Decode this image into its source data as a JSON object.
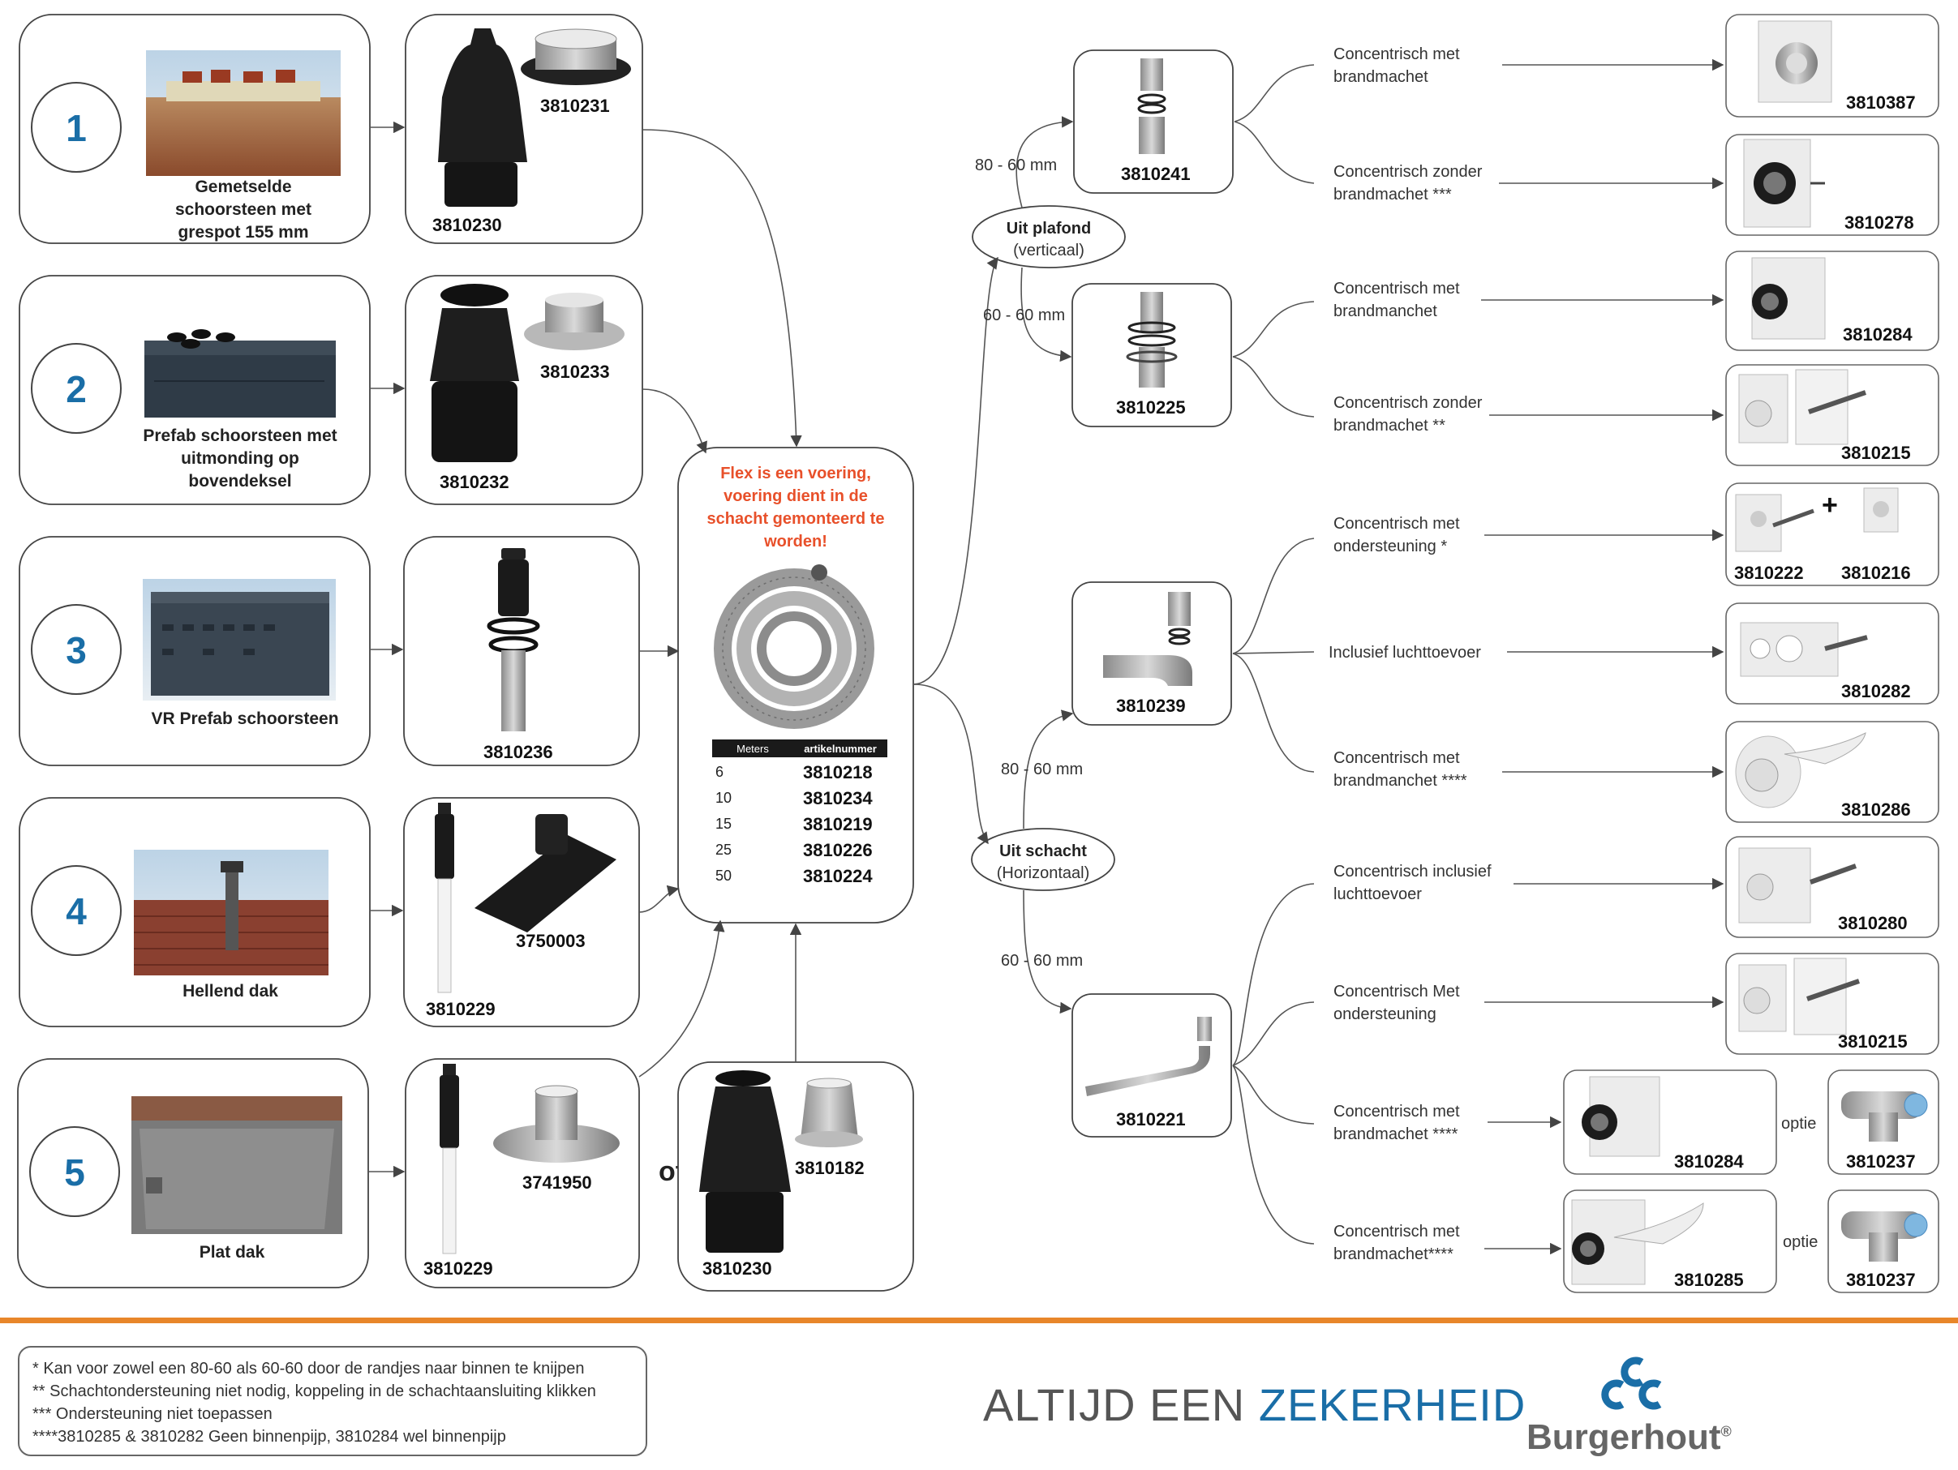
{
  "colors": {
    "accent_orange": "#e8862a",
    "warning_red": "#e8502a",
    "brand_blue": "#1a6ea7",
    "number_blue": "#1a6ea7"
  },
  "sources": [
    {
      "number": "1",
      "caption": [
        "Gemetselde",
        "schoorsteen met",
        "grespot 155 mm"
      ],
      "codes": [
        "3810230",
        "3810231"
      ]
    },
    {
      "number": "2",
      "caption": [
        "Prefab schoorsteen met",
        "uitmonding op",
        "bovendeksel"
      ],
      "codes": [
        "3810232",
        "3810233"
      ]
    },
    {
      "number": "3",
      "caption": [
        "VR Prefab schoorsteen"
      ],
      "codes": [
        "3810236"
      ]
    },
    {
      "number": "4",
      "caption": [
        "Hellend dak"
      ],
      "codes": [
        "3810229",
        "3750003"
      ]
    },
    {
      "number": "5",
      "caption": [
        "Plat dak"
      ],
      "codes": [
        "3810229",
        "3741950"
      ]
    }
  ],
  "alt": {
    "or_label": "of",
    "codes": [
      "3810230",
      "3810182"
    ]
  },
  "flex": {
    "warning": [
      "Flex is een voering,",
      "voering dient in de",
      "schacht gemonteerd te",
      "worden!"
    ],
    "table": {
      "headers": [
        "Meters",
        "artikelnummer"
      ],
      "rows": [
        [
          "6",
          "3810218"
        ],
        [
          "10",
          "3810234"
        ],
        [
          "15",
          "3810219"
        ],
        [
          "25",
          "3810226"
        ],
        [
          "50",
          "3810224"
        ]
      ]
    }
  },
  "routes": {
    "plafond": {
      "title": "Uit plafond",
      "sub": "(verticaal)",
      "d1": "80 - 60 mm",
      "d2": "60 - 60 mm",
      "code1": "3810241",
      "code2": "3810225"
    },
    "schacht": {
      "title": "Uit schacht",
      "sub": "(Horizontaal)",
      "d1": "80 - 60 mm",
      "d2": "60 - 60 mm",
      "code1": "3810239",
      "code2": "3810221"
    }
  },
  "options": [
    {
      "text": [
        "Concentrisch met",
        "brandmachet"
      ],
      "code": "3810387"
    },
    {
      "text": [
        "Concentrisch zonder",
        "brandmachet ***"
      ],
      "code": "3810278"
    },
    {
      "text": [
        "Concentrisch met",
        "brandmanchet"
      ],
      "code": "3810284"
    },
    {
      "text": [
        "Concentrisch zonder",
        "brandmachet **"
      ],
      "code": "3810215"
    },
    {
      "text": [
        "Concentrisch met",
        "ondersteuning *"
      ],
      "code": "3810222",
      "code2": "3810216"
    },
    {
      "text": [
        "Inclusief luchttoevoer"
      ],
      "code": "3810282"
    },
    {
      "text": [
        "Concentrisch met",
        "brandmanchet ****"
      ],
      "code": "3810286"
    },
    {
      "text": [
        "Concentrisch inclusief",
        "luchttoevoer"
      ],
      "code": "3810280"
    },
    {
      "text": [
        "Concentrisch Met",
        "ondersteuning"
      ],
      "code": "3810215"
    },
    {
      "text": [
        "Concentrisch met",
        "brandmachet ****"
      ],
      "code": "3810284",
      "optie": "optie",
      "optie_code": "3810237"
    },
    {
      "text": [
        "Concentrisch met",
        "brandmachet****"
      ],
      "code": "3810285",
      "optie": "optie",
      "optie_code": "3810237"
    }
  ],
  "footnotes": [
    "* Kan voor zowel een 80-60 als 60-60 door de randjes naar binnen te knijpen",
    "** Schachtondersteuning niet nodig, koppeling in de schachtaansluiting klikken",
    "*** Ondersteuning niet toepassen",
    "****3810285 & 3810282 Geen binnenpijp, 3810284 wel binnenpijp"
  ],
  "slogan": {
    "part1": "ALTIJD EEN ",
    "part2": "ZEKERHEID"
  },
  "brand": "Burgerhout",
  "brand_mark": "®"
}
